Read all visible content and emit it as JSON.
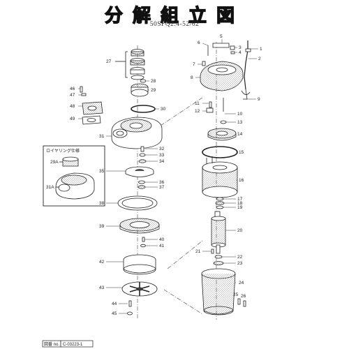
{
  "title": "分解組立図",
  "model": "50SFQ2.4-52/62",
  "inset": {
    "title": "ロイヤリング仕様",
    "labels": [
      "29A",
      "31A"
    ]
  },
  "footer": {
    "label": "図番 no.",
    "value": "C-03223-1"
  },
  "left_labels": [
    "27",
    "28",
    "29",
    "30",
    "31",
    "32",
    "33",
    "34",
    "35",
    "36",
    "37",
    "38",
    "39",
    "40",
    "41",
    "42",
    "43",
    "44",
    "45",
    "46",
    "47",
    "48",
    "49"
  ],
  "right_labels": [
    "1",
    "2",
    "3",
    "4",
    "5",
    "6",
    "7",
    "8",
    "9",
    "10",
    "11",
    "12",
    "13",
    "14",
    "15",
    "16",
    "17",
    "18",
    "19",
    "20",
    "21",
    "22",
    "23",
    "24",
    "25",
    "26"
  ]
}
